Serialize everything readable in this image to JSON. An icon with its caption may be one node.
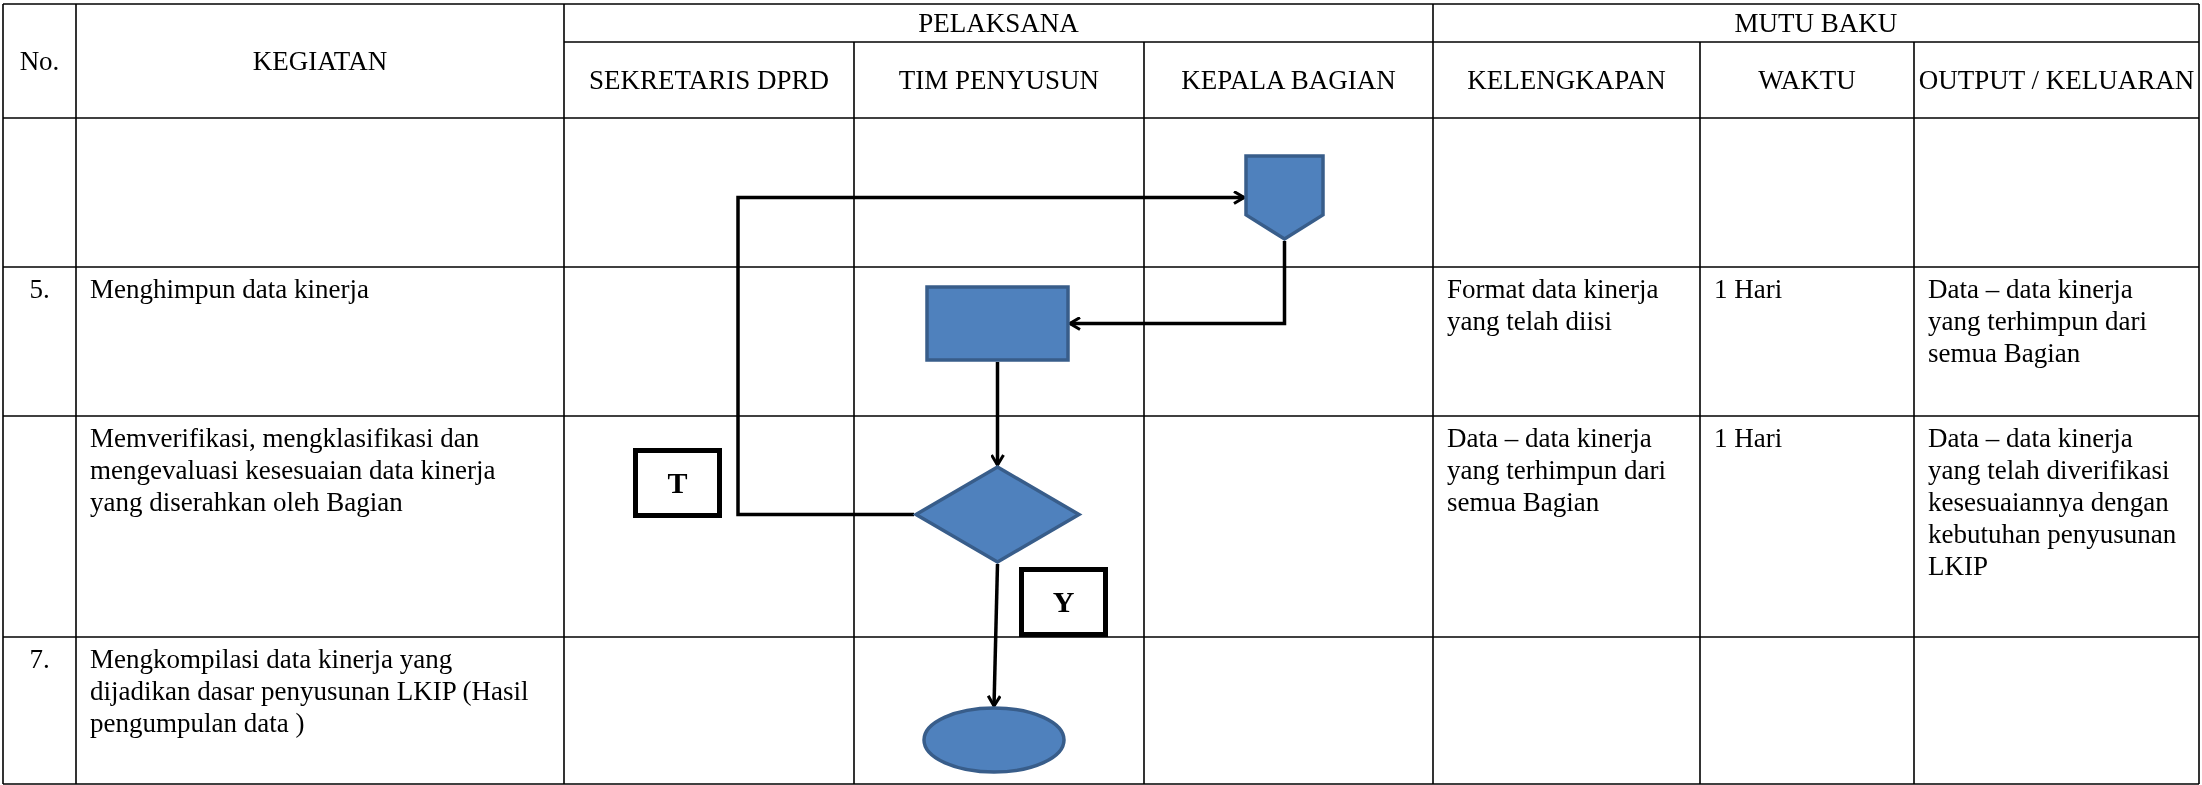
{
  "diagram": {
    "nodes": [
      {
        "text": [],
        "shape": "pentagon"
      },
      {
        "text": [],
        "shape": "box"
      },
      {
        "text": [],
        "shape": "diamond"
      },
      {
        "text": [],
        "shape": "ellipse"
      },
      {
        "text": [
          "T"
        ]
      },
      {
        "text": [
          "Y"
        ]
      }
    ],
    "edges": [
      {
        "from": 2,
        "to": 0,
        "arrow": "to"
      },
      {
        "from": 0,
        "to": 1,
        "arrow": "to"
      },
      {
        "from": 1,
        "to": 2,
        "arrow": "to"
      },
      {
        "from": 2,
        "to": 3,
        "arrow": "to"
      }
    ],
    "labels": [
      "No.",
      "KEGIATAN",
      "PELAKSANA",
      "MUTU BAKU",
      "SEKRETARIS DPRD",
      "TIM PENYUSUN",
      "KEPALA BAGIAN",
      "KELENGKAPAN",
      "WAKTU",
      "OUTPUT / KELUARAN",
      "5.",
      "Menghimpun data kinerja",
      "Format data kinerja yang telah diisi",
      "1 Hari",
      "Data – data kinerja yang terhimpun dari semua Bagian",
      "Memverifikasi, mengklasifikasi dan mengevaluasi kesesuaian data kinerja yang diserahkan oleh Bagian",
      "Data – data kinerja yang terhimpun dari semua Bagian",
      "1 Hari",
      "Data – data kinerja yang telah diverifikasi kesesuaiannya dengan kebutuhan penyusunan LKIP",
      "7.",
      "Mengkompilasi data kinerja yang dijadikan dasar penyusunan LKIP (Hasil pengumpulan data )"
    ]
  }
}
